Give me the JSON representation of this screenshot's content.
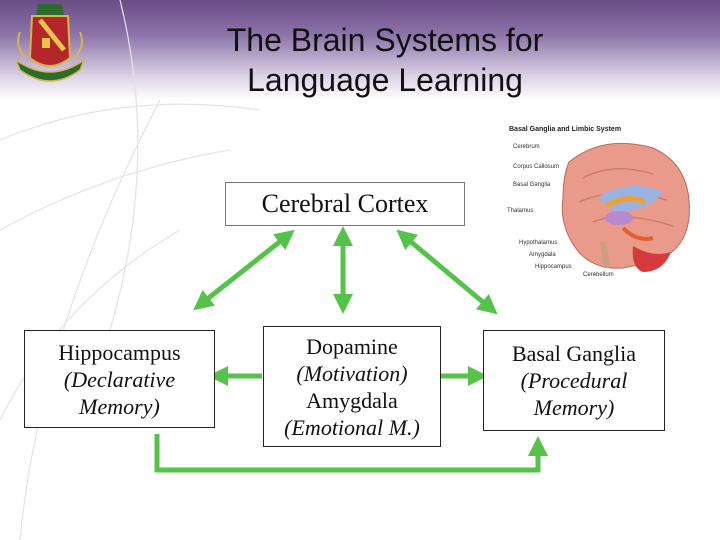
{
  "title_line1": "The Brain Systems for",
  "title_line2": "Language Learning",
  "nodes": {
    "cortex": "Cerebral Cortex",
    "hippocampus": {
      "name": "Hippocampus",
      "note1": "(Declarative",
      "note2": "Memory)"
    },
    "dopamine": {
      "name": "Dopamine",
      "note1": "(Motivation)",
      "name2": "Amygdala",
      "note2": "(Emotional M.)"
    },
    "basal": {
      "name": "Basal Ganglia",
      "note1": "(Procedural",
      "note2": "Memory)"
    }
  },
  "brain_image": {
    "title": "Basal Ganglia and Limbic System",
    "labels": [
      "Cerebrum",
      "Corpus Callosum",
      "Basal Ganglia",
      "Thalamus",
      "Hypothalamus",
      "Amygdala",
      "Hippocampus",
      "Cerebellum"
    ]
  },
  "colors": {
    "arrow": "#55c24a",
    "header": "#6a4c86"
  }
}
